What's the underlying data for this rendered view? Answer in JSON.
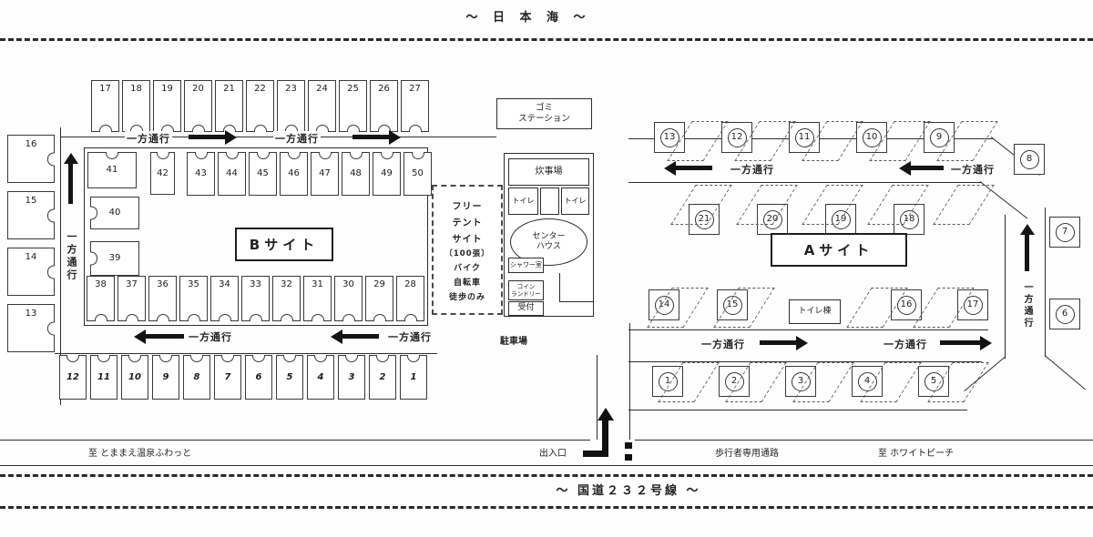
{
  "sea_label": "～ 日 本 海 ～",
  "road_label": "～ 国道２３２号線 ～",
  "labels": {
    "one_way": "一方通行"
  },
  "b_site": {
    "name_label": "Bサイト",
    "top_row": [
      "17",
      "18",
      "19",
      "20",
      "21",
      "22",
      "23",
      "24",
      "25",
      "26",
      "27"
    ],
    "left_col": [
      "16",
      "15",
      "14",
      "13"
    ],
    "spot41": "41",
    "spot42": "42",
    "inner_top_row": [
      "43",
      "44",
      "45",
      "46",
      "47",
      "48",
      "49",
      "50"
    ],
    "spot40": "40",
    "spot39": "39",
    "inner_bottom_row": [
      "38",
      "37",
      "36",
      "35",
      "34",
      "33",
      "32",
      "31",
      "30",
      "29",
      "28"
    ],
    "outer_bottom_row": [
      "12",
      "11",
      "10",
      "9",
      "8",
      "7",
      "6",
      "5",
      "4",
      "3",
      "2",
      "1"
    ]
  },
  "a_site": {
    "name_label": "Aサイト",
    "top_row": [
      "13",
      "12",
      "11",
      "10",
      "9"
    ],
    "corner_spot": "8",
    "row2": [
      "21",
      "20",
      "19",
      "18"
    ],
    "row3_left": [
      "14",
      "15"
    ],
    "row3_right": [
      "16",
      "17"
    ],
    "bottom_row": [
      "1",
      "2",
      "3",
      "4",
      "5"
    ],
    "right_col": [
      "7",
      "6"
    ],
    "toilet_building": "トイレ棟"
  },
  "facilities": {
    "garbage_station": [
      "ゴミ",
      "ステーション"
    ],
    "cooking_area": "炊事場",
    "toilet_left": "トイレ",
    "toilet_right": "トイレ",
    "center_house": [
      "センター",
      "ハウス"
    ],
    "shower_room": "シャワー室",
    "coin_laundry": [
      "コイン",
      "ランドリー"
    ],
    "reception": "受付",
    "parking": "駐車場",
    "free_tent_site": [
      "フリー",
      "テント",
      "サイト",
      "〔100張〕",
      "バイク",
      "自転車",
      "徒歩のみ"
    ]
  },
  "bottom_area": {
    "entrance": "出入口",
    "dest_left": "至 とままえ温泉ふわっと",
    "pedestrian_path": "歩行者専用通路",
    "dest_right": "至 ホワイトビーチ"
  }
}
